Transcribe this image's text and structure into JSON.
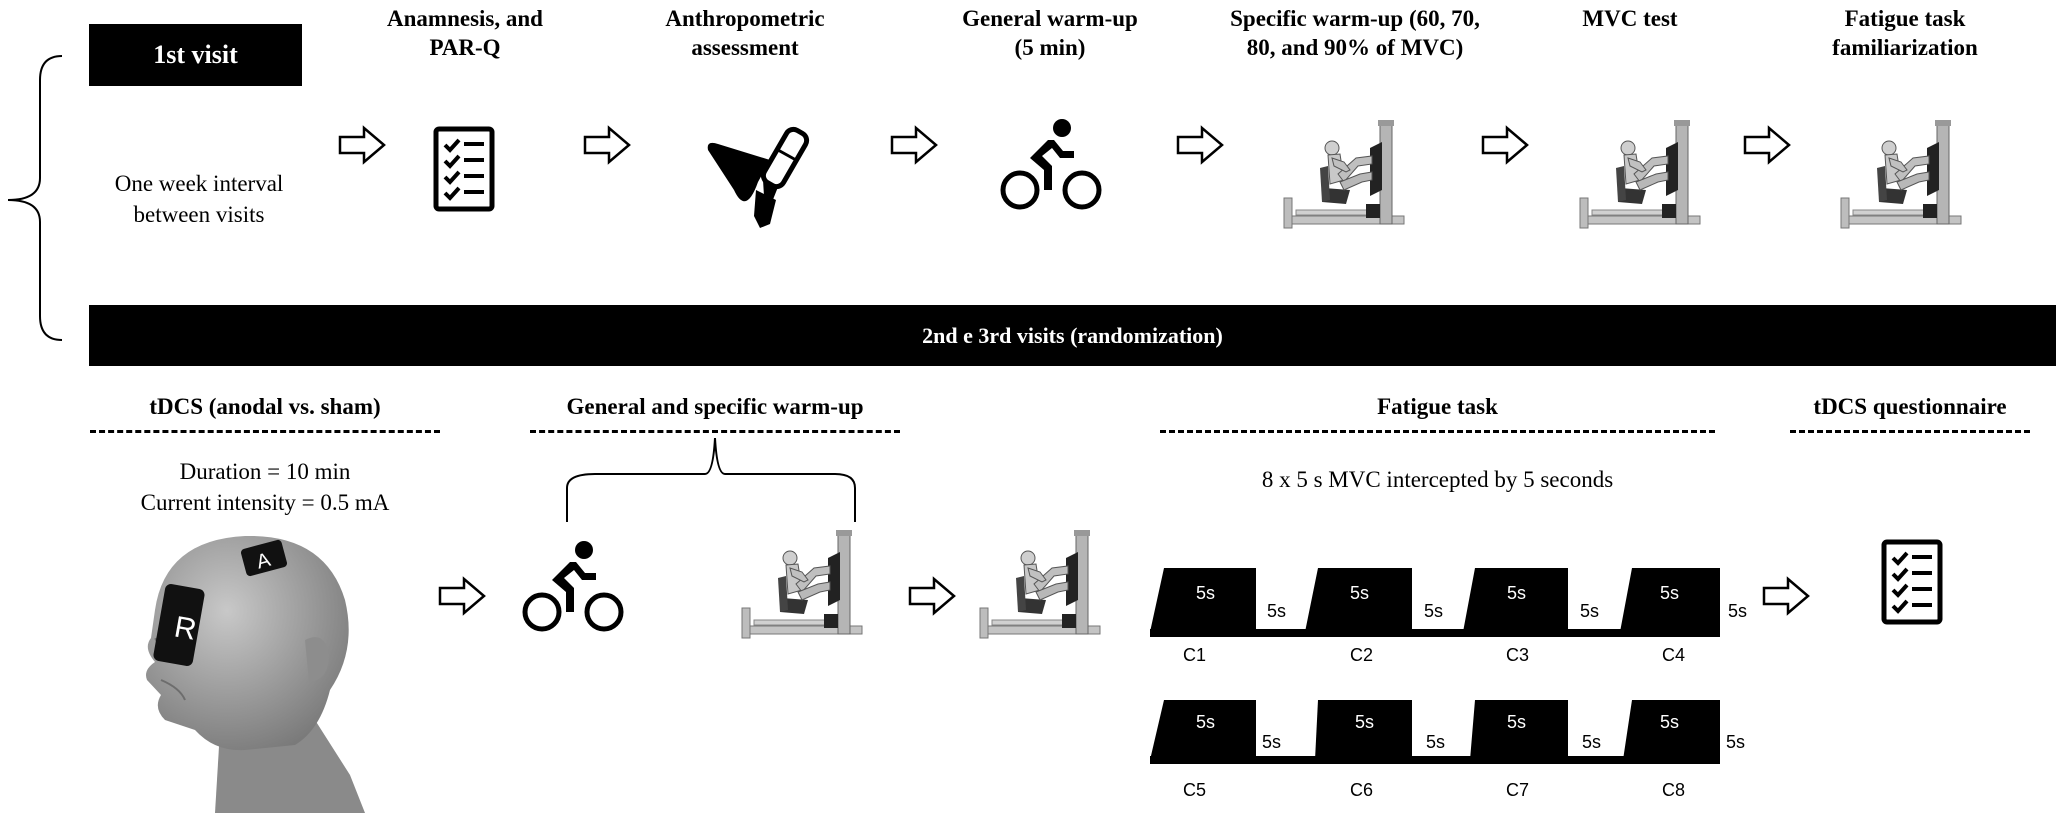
{
  "visit1": {
    "label": "1st visit",
    "interval_text": "One week interval between visits",
    "steps": [
      {
        "title": "Anamnesis, and PAR-Q",
        "icon": "checklist-icon"
      },
      {
        "title": "Anthropometric assessment",
        "icon": "skinfold-caliper-icon"
      },
      {
        "title": "General warm-up (5 min)",
        "icon": "cyclist-icon"
      },
      {
        "title": "Specific warm-up (60, 70, 80, and 90% of MVC)",
        "icon": "leg-press-machine-icon"
      },
      {
        "title": "MVC test",
        "icon": "leg-press-machine-icon"
      },
      {
        "title": "Fatigue task familiarization",
        "icon": "leg-press-machine-icon"
      }
    ]
  },
  "visits23": {
    "label": "2nd e 3rd visits (randomization)",
    "tdcs": {
      "title": "tDCS (anodal vs. sham)",
      "duration": "Duration = 10 min",
      "intensity": "Current intensity = 0.5 mA",
      "electrode_anode": "A",
      "electrode_reference": "R"
    },
    "warmup_title": "General and specific warm-up",
    "fatigue": {
      "title": "Fatigue task",
      "description": "8 x 5 s MVC intercepted by 5 seconds",
      "effort_label": "5s",
      "rest_label": "5s",
      "row1": [
        "C1",
        "C2",
        "C3",
        "C4"
      ],
      "row2": [
        "C5",
        "C6",
        "C7",
        "C8"
      ]
    },
    "questionnaire_title": "tDCS questionnaire"
  },
  "colors": {
    "ink": "#000000",
    "background": "#ffffff",
    "head": "#9a9a9a",
    "machine": "#b8b8b8"
  }
}
